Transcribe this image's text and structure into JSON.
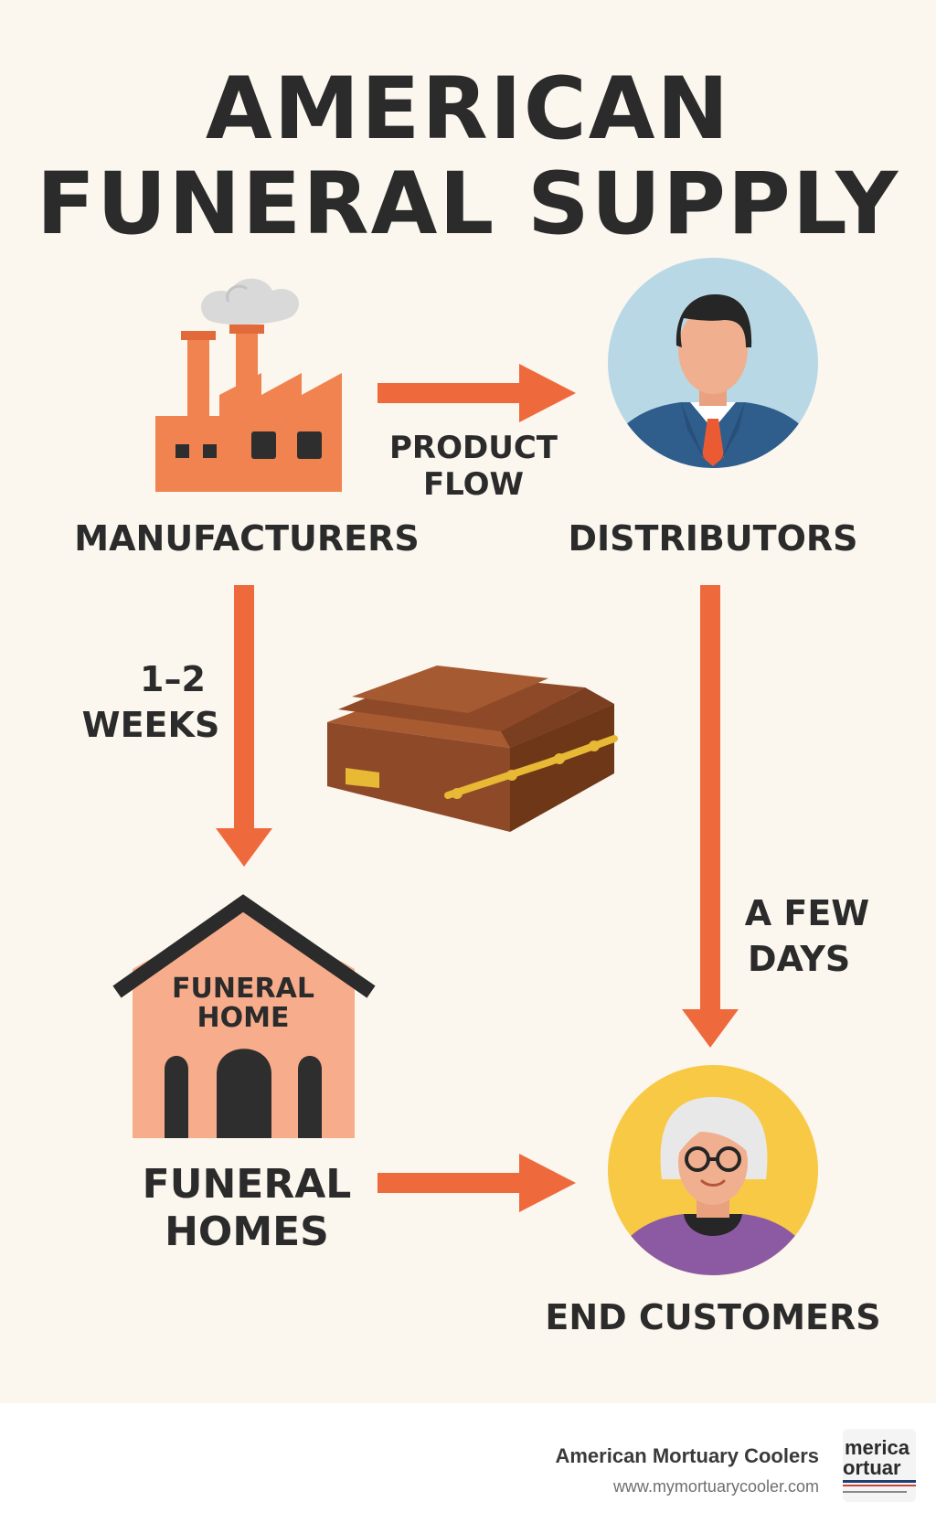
{
  "title": {
    "line1": "AMERICAN",
    "line2": "FUNERAL SUPPLY"
  },
  "nodes": {
    "manufacturers": "MANUFACTURERS",
    "distributors": "DISTRIBUTORS",
    "funeral_homes": {
      "line1": "FUNERAL",
      "line2": "HOMES"
    },
    "end_customers": "END CUSTOMERS"
  },
  "building_sign": {
    "line1": "FUNERAL",
    "line2": "HOME"
  },
  "edges": {
    "product_flow": {
      "line1": "PRODUCT",
      "line2": "FLOW"
    },
    "weeks": {
      "line1": "1–2",
      "line2": "WEEKS"
    },
    "days": {
      "line1": "A FEW",
      "line2": "DAYS"
    }
  },
  "footer": {
    "brand": "American Mortuary Coolers",
    "url": "www.mymortuarycooler.com"
  },
  "colors": {
    "background": "#fbf6ee",
    "arrow": "#ee6a3d",
    "text": "#2b2b2b",
    "factory": "#f0834f",
    "house": "#f7ad8c",
    "casket": "#8e4a28"
  }
}
